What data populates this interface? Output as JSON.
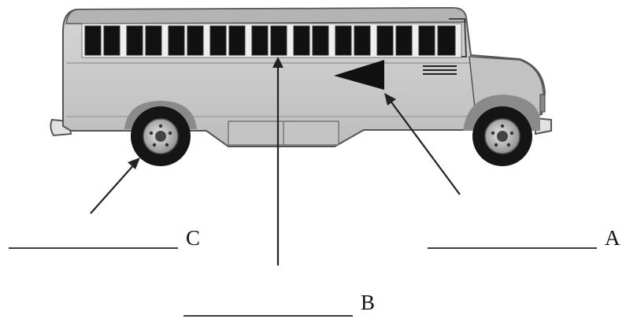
{
  "labels": [
    {
      "id": "a",
      "text": "A"
    },
    {
      "id": "b",
      "text": "B"
    },
    {
      "id": "c",
      "text": "C"
    }
  ],
  "answer_blanks": [
    "",
    "",
    ""
  ],
  "colors": {
    "body": "#c9c9c9",
    "roof": "#b8b8b8",
    "window": "#111111",
    "outline": "#555555",
    "tire": "#151515",
    "rim": "#bdbdbd",
    "ink": "#222222"
  },
  "icons": [
    "bus-illustration",
    "arrow",
    "stop-sign-arm",
    "wheel",
    "bumper",
    "front-grille"
  ]
}
